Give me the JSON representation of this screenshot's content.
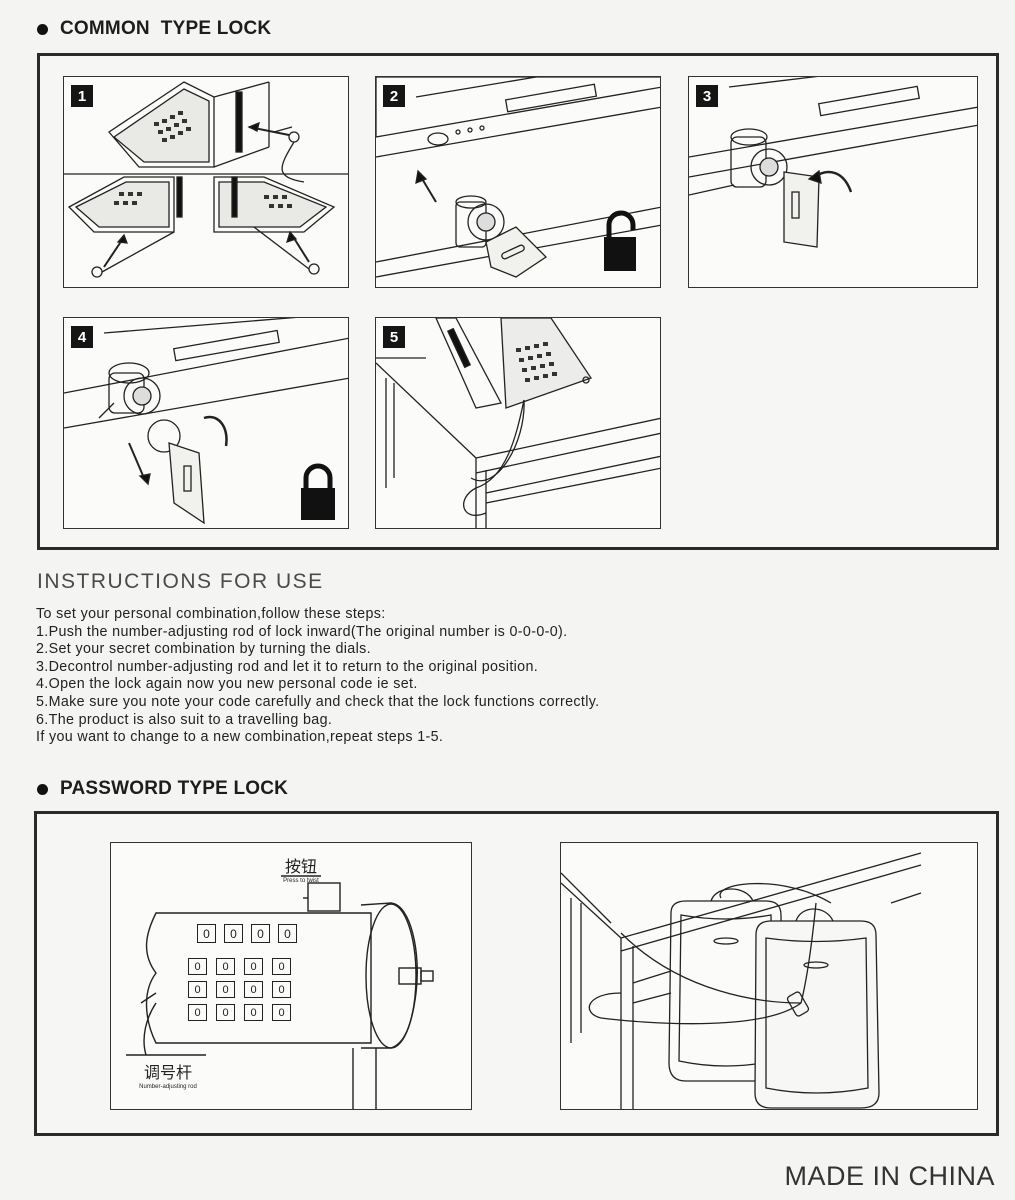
{
  "sections": {
    "common": {
      "heading": "COMMON  TYPE LOCK"
    },
    "password": {
      "heading": "PASSWORD TYPE LOCK"
    }
  },
  "steps": [
    "1",
    "2",
    "3",
    "4",
    "5"
  ],
  "instructions": {
    "title": "INSTRUCTIONS FOR USE",
    "lines": [
      "To set your personal combination,follow these steps:",
      "1.Push the number-adjusting rod of lock inward(The original number is 0-0-0-0).",
      "2.Set your secret combination by turning the dials.",
      "3.Decontrol number-adjusting rod and let it to return to the original position.",
      "4.Open the lock again now you new personal code ie set.",
      "5.Make sure you note your code carefully and check that the lock functions correctly.",
      "6.The product is also suit to a travelling bag.",
      "If you want to change to a new combination,repeat steps 1-5."
    ]
  },
  "diagram": {
    "button_cn": "按钮",
    "button_en": "Press to twist",
    "rod_cn": "调号杆",
    "rod_en": "Number-adjusting rod",
    "dial_digit": "0"
  },
  "footer": {
    "origin": "MADE IN CHINA"
  },
  "icons": {
    "step2_lock": "unlocked-padlock-icon",
    "step4_lock": "locked-padlock-icon",
    "bullet": "bullet-icon"
  },
  "colors": {
    "ink": "#1d1d1d",
    "paper": "#f4f4f2"
  }
}
